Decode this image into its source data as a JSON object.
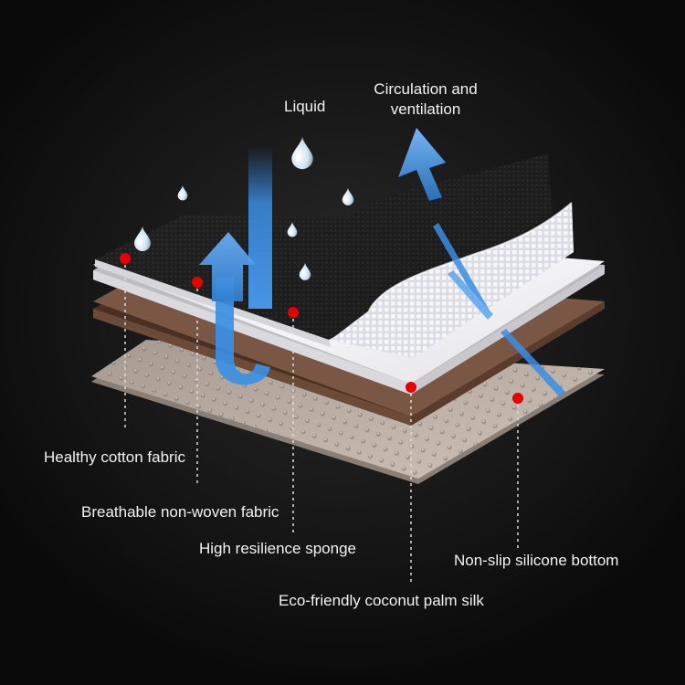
{
  "flows": {
    "liquid": "Liquid",
    "circulation_line1": "Circulation and",
    "circulation_line2": "ventilation"
  },
  "layers": [
    {
      "label": "Healthy cotton fabric"
    },
    {
      "label": "Breathable non-woven fabric"
    },
    {
      "label": "High resilience sponge"
    },
    {
      "label": "Eco-friendly coconut palm silk"
    },
    {
      "label": "Non-slip silicone bottom"
    }
  ],
  "colors": {
    "background": "#141414",
    "marker": "#e60000",
    "arrow": "#3c8fe0",
    "label_text": "#f2f2f2",
    "cotton_fabric": "#1e1e1e",
    "mesh_fabric": "#e8e8ee",
    "sponge": "#f4f4f6",
    "coconut_silk": "#6b4a38",
    "silicone_bottom": "#b9aca2"
  },
  "icons": [
    "water-drop-icon",
    "up-arrow-icon",
    "hook-arrow-icon"
  ]
}
